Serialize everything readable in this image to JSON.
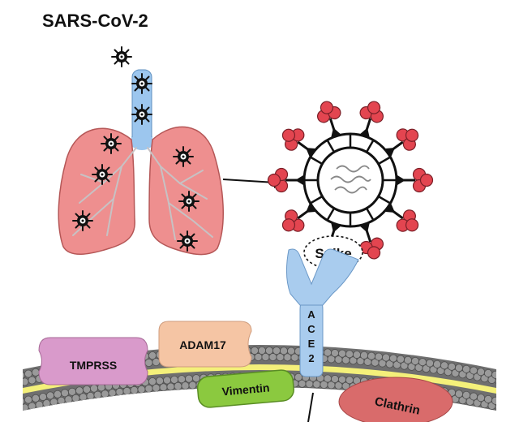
{
  "title": "SARS-CoV-2",
  "labels": {
    "spike": "Spike",
    "ace2_letters": [
      "A",
      "C",
      "E",
      "2"
    ],
    "tmprss": "TMPRSS",
    "adam17": "ADAM17",
    "vimentin": "Vimentin",
    "clathrin": "Clathrin"
  },
  "colors": {
    "lung": "#ee8f8f",
    "lung_outline": "#b55757",
    "airway": "#9cc6ee",
    "virus_spike": "#e34550",
    "ace2": "#a9ccee",
    "membrane_yellow": "#f4f07a",
    "membrane_beads": "#8c8c8c",
    "tmprss": "#d99acb",
    "adam17": "#f5c5a4",
    "vimentin": "#8bc93f",
    "clathrin": "#d96b6b"
  },
  "icons": [
    "virus-icon",
    "lungs-icon",
    "arrow-icon",
    "virion-icon"
  ]
}
